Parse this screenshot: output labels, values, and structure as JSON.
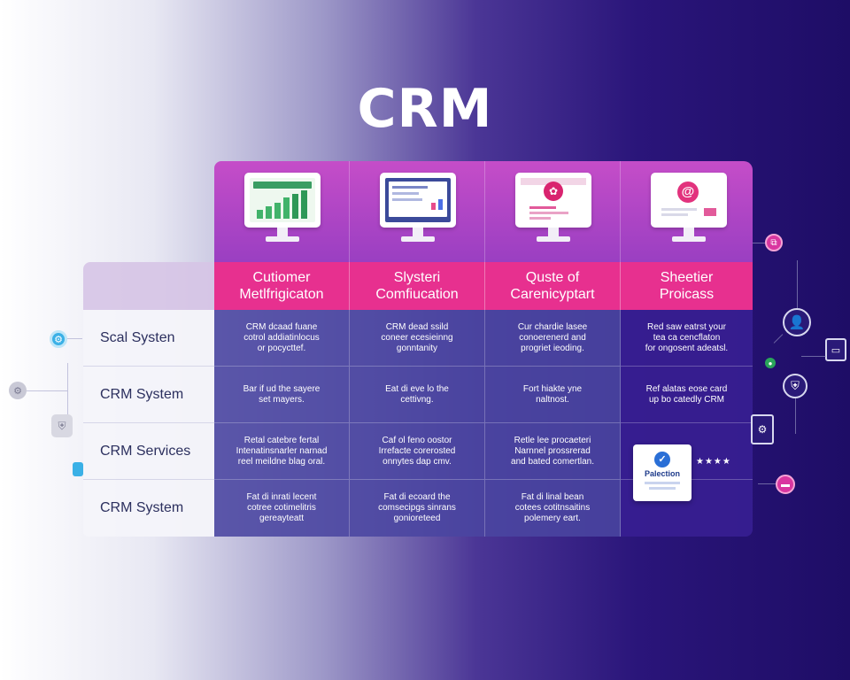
{
  "title": "CRM",
  "columns": [
    {
      "header": "Cutiomer\nMetlfrigicaton",
      "icon": "bar-chart-monitor-icon"
    },
    {
      "header": "Slysteri\nComfiucation",
      "icon": "dashboard-monitor-icon"
    },
    {
      "header": "Quste of\nCarenicyptart",
      "icon": "alert-monitor-icon"
    },
    {
      "header": "Sheetier\nProicass",
      "icon": "email-monitor-icon"
    }
  ],
  "rows": [
    {
      "label": "Scal Systen",
      "cells": [
        "CRM dcaad fuane\ncotrol addiatinlocus\nor pocycttef.",
        "CRM dead ssild\nconeer ecesieinng\ngonntanity",
        "Cur chardie lasee\nconoerenerd and\nprogriet ieoding.",
        "Red saw eatrst your\ntea ca cencflaton\nfor ongosent adeatsl."
      ]
    },
    {
      "label": "CRM System",
      "cells": [
        "Bar if ud the sayere\nset mayers.",
        "Eat di eve lo the\ncettivng.",
        "Fort hiakte yne\nnaltnost.",
        "Ref alatas eose card\nup bo catedly CRM"
      ]
    },
    {
      "label": "CRM Services",
      "cells": [
        "Retal catebre fertal\nIntenatinsnarler narnad\nreel meildne blag oral.",
        "Caf ol feno oostor\nIrrefacte corerosted\nonnytes dap cmv.",
        "Retle lee procaeteri\nNarnnel prossrerad\nand bated comertlan.",
        ""
      ]
    },
    {
      "label": "CRM System",
      "cells": [
        "Fat di inrati lecent\ncotree cotimelitris\ngereayteatt",
        "Fat di ecoard the\ncomsecipgs sinrans\ngonioreteed",
        "Fat di linal bean\ncotees cotitnsaitins\npolemery eart.",
        ""
      ]
    }
  ],
  "badge": {
    "text": "Palection",
    "stars": "★★★★"
  },
  "colors": {
    "header_pink": "#e7308f",
    "icon_band": "#c54dc8",
    "cell_blue": "#4a46a0",
    "cell_dark": "#371e91"
  }
}
